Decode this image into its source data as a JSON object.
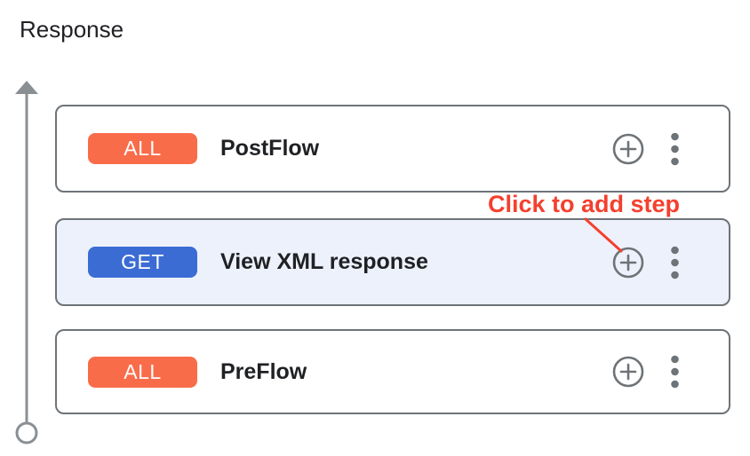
{
  "header": {
    "title": "Response"
  },
  "annotation": {
    "label": "Click to add step"
  },
  "flows": [
    {
      "method": "ALL",
      "name": "PostFlow",
      "selected": false
    },
    {
      "method": "GET",
      "name": "View XML response",
      "selected": true
    },
    {
      "method": "ALL",
      "name": "PreFlow",
      "selected": false
    }
  ],
  "icons": {
    "add_step": "plus-circle-icon",
    "more_options": "kebab-menu-icon",
    "axis_top": "up-arrow-icon",
    "axis_bottom": "circle-endpoint-icon"
  },
  "colors": {
    "badge-all": "#F96C4A",
    "badge-get": "#3B6CD4",
    "card-border": "#6E7378",
    "selected-bg": "#EDF1FB",
    "text": "#202124",
    "icon-gray": "#6E7377",
    "axis-gray": "#8A8F94",
    "annotation-red": "#F4402E"
  }
}
